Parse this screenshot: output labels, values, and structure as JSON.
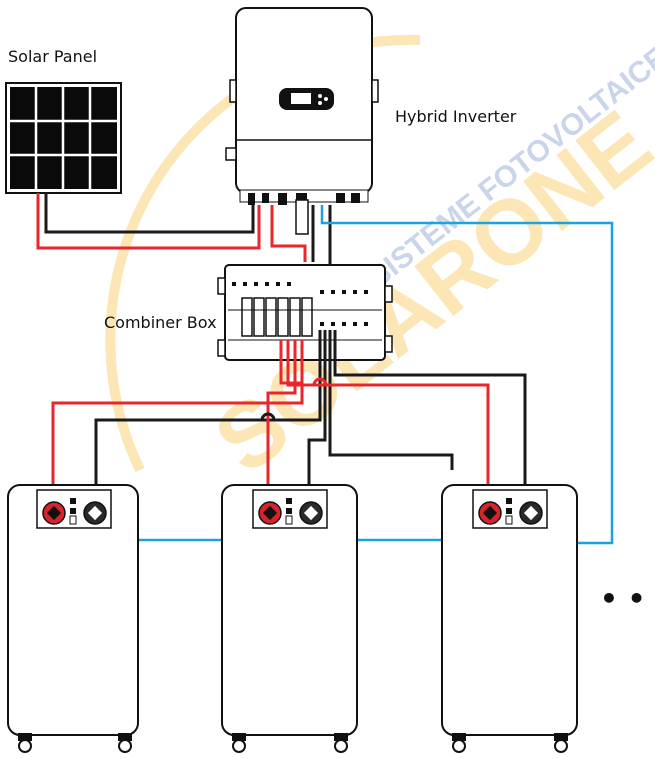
{
  "labels": {
    "solar_panel": "Solar Panel",
    "hybrid_inverter": "Hybrid Inverter",
    "combiner_box": "Combiner Box"
  },
  "watermark": {
    "text_main": "SOLARONE",
    "text_sub": "SISTEME FOTOVOLTAICE"
  },
  "continuation_indicator": "• • •",
  "colors": {
    "positive_wire": "#e8262b",
    "negative_wire": "#1a1a1a",
    "communication_wire": "#1aa3dc",
    "watermark_yellow": "#fcd27a",
    "watermark_blue": "#3b5fa8",
    "solar_cells": "#0a0a0a",
    "terminal_red": "#d8232a"
  },
  "icons": [
    "solar-panel-icon",
    "hybrid-inverter-icon",
    "combiner-box-icon",
    "battery-icon",
    "caster-wheel-icon",
    "terminal-icon"
  ],
  "batteries_shown": 3
}
